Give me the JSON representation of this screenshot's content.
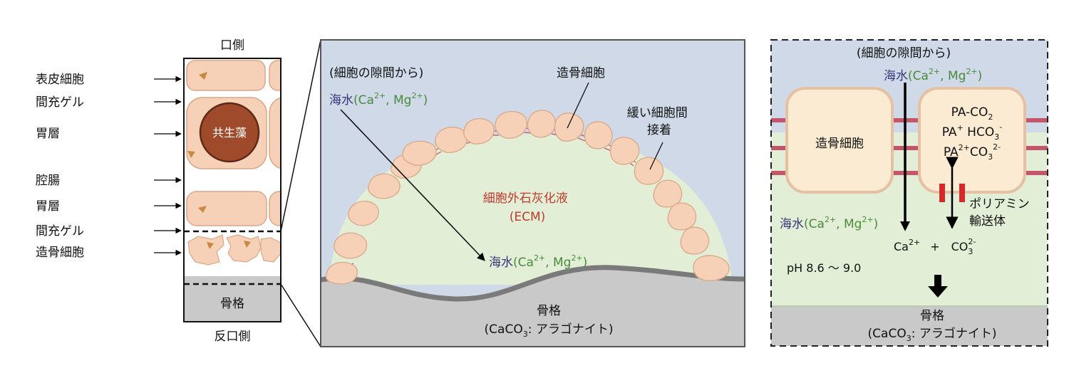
{
  "colors": {
    "sky": "#cfd9e7",
    "ecm": "#e2efd6",
    "cell_fill": "#f6d1b8",
    "cell_stroke": "#d9a787",
    "algae": "#a04a2c",
    "skeleton": "#c9c9c9",
    "junction": "#c2566a",
    "blue_text": "#35357a",
    "green_text": "#4a8a3c",
    "red_text": "#c0392b"
  },
  "left": {
    "top_label": "口側",
    "bottom_label": "反口側",
    "symbiont_label": "共生藻",
    "skeleton_label": "骨格",
    "layers": [
      "表皮細胞",
      "間充ゲル",
      "胃層",
      "腔腸",
      "胃層",
      "間充ゲル",
      "造骨細胞"
    ]
  },
  "middle": {
    "gap_source": "(細胞の隙間から)",
    "seawater": "海水",
    "ion_ca": "Ca",
    "ion_ca_charge": "2+",
    "ion_sep": ", ",
    "ion_mg": "Mg",
    "ion_mg_charge": "2+",
    "paren_open": "(",
    "paren_close": ")",
    "osteoblast": "造骨細胞",
    "junction_line1": "緩い細胞間",
    "junction_line2": "接着",
    "ecm_line1": "細胞外石灰化液",
    "ecm_line2": "(ECM)",
    "skeleton_line1": "骨格",
    "skeleton_pre": "(CaCO",
    "skeleton_sub": "3",
    "skeleton_post": ": アラゴナイト)"
  },
  "right": {
    "gap_source": "(細胞の隙間から)",
    "osteoblast": "造骨細胞",
    "pa_line1_pre": "PA-CO",
    "pa_line1_sub": "2",
    "pa_line2_a": "PA",
    "pa_line2_sup": "+",
    "pa_line2_b": " HCO",
    "pa_line2_sub": "3",
    "pa_line2_sup2": "-",
    "pa_line3_a": "PA",
    "pa_line3_sup": "2+",
    "pa_line3_b": "CO",
    "pa_line3_sub": "3",
    "pa_line3_sup2": "2-",
    "transporter_line1": "ポリアミン",
    "transporter_line2": "輸送体",
    "ca_label": "Ca",
    "ca_sup": "2+",
    "plus": "+",
    "co_label": "CO",
    "co_sub": "3",
    "co_sup": "2-",
    "ph": "pH 8.6 〜 9.0",
    "skeleton_line1": "骨格",
    "skeleton_pre": "(CaCO",
    "skeleton_sub": "3",
    "skeleton_post": ": アラゴナイト)"
  }
}
